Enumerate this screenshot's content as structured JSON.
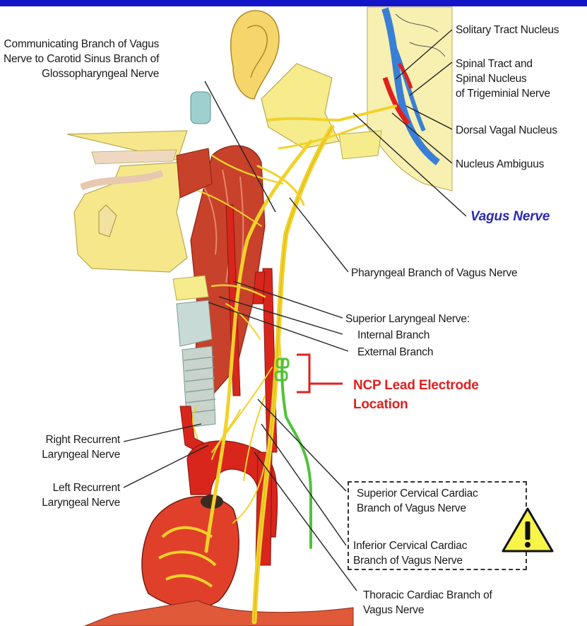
{
  "labels": {
    "communicating_branch": [
      "Communicating Branch of Vagus",
      "Nerve to Carotid Sinus Branch of",
      "Glossopharyngeal Nerve"
    ],
    "solitary_tract": "Solitary Tract Nucleus",
    "spinal_tract": [
      "Spinal Tract and",
      "Spinal Nucleus",
      "of Trigeminial Nerve"
    ],
    "dorsal_vagal": "Dorsal Vagal Nucleus",
    "nucleus_ambiguus": "Nucleus Ambiguus",
    "vagus_nerve": "Vagus Nerve",
    "pharyngeal_branch": "Pharyngeal Branch of Vagus Nerve",
    "superior_laryngeal": "Superior Laryngeal Nerve:",
    "internal_branch": "Internal Branch",
    "external_branch": "External Branch",
    "ncp_lead": [
      "NCP Lead Electrode",
      "Location"
    ],
    "right_recurrent": [
      "Right Recurrent",
      "Laryngeal Nerve"
    ],
    "left_recurrent": [
      "Left Recurrent",
      "Laryngeal Nerve"
    ],
    "superior_cervical_cardiac": [
      "Superior Cervical Cardiac",
      "Branch of Vagus Nerve"
    ],
    "inferior_cervical_cardiac": [
      "Inferior Cervical Cardiac",
      "Branch of Vagus Nerve"
    ],
    "thoracic_cardiac": [
      "Thoracic Cardiac Branch of",
      "Vagus Nerve"
    ]
  },
  "warning_icon": "warning-triangle-icon",
  "colors": {
    "top_bar": "#1414c8",
    "vagus_label": "#2a2ab4",
    "ncp_label": "#e0201e",
    "nerve": "#f2d22a",
    "artery": "#d8261c",
    "muscle": "#c8412a",
    "bone": "#f6ec8c",
    "electrode": "#4fc23a"
  }
}
